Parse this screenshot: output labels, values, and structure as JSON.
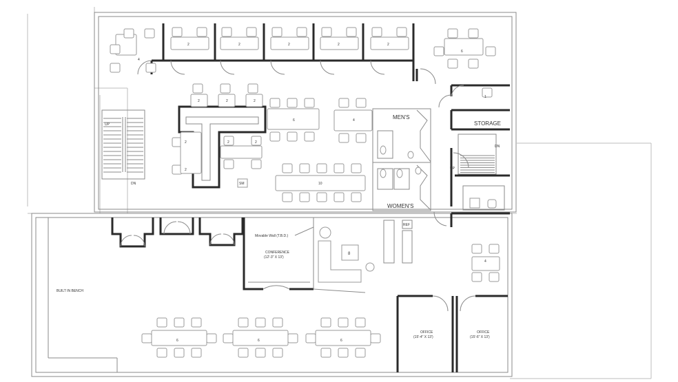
{
  "labels": {
    "mens": "MEN'S",
    "womens": "WOMEN'S",
    "storage": "STORAGE",
    "movable_wall": "Movable Wall (T.B.D.)",
    "conference": "CONFERENCE",
    "conference_size": "(12'-3\" X 13')",
    "built_in_bench": "BUILT IN BENCH",
    "office": "OFFICE",
    "office1_size": "(15'-4\" X 13')",
    "office2_size": "(15'-6\" X 13')",
    "refrigerator": "REF",
    "sm": "SM",
    "up": "UP",
    "dn": "DN"
  },
  "seat_counts": {
    "corner_left_top": "4",
    "cubicle_1": "2",
    "cubicle_2": "2",
    "cubicle_3": "2",
    "cubicle_4": "2",
    "cubicle_5": "2",
    "corner_right_top": "6",
    "small_room_right": "1",
    "row_desk_1": "2",
    "row_desk_2": "2",
    "row_desk_3": "2",
    "desk_left_1": "2",
    "desk_left_2": "2",
    "desk_mid_1": "2",
    "desk_mid_2": "2",
    "table_center_6": "6",
    "table_center_4": "4",
    "table_center_10": "10",
    "lounge_8": "8",
    "right_table_4": "4",
    "bottom_table_1": "6",
    "bottom_table_2": "6",
    "bottom_table_3": "6"
  }
}
